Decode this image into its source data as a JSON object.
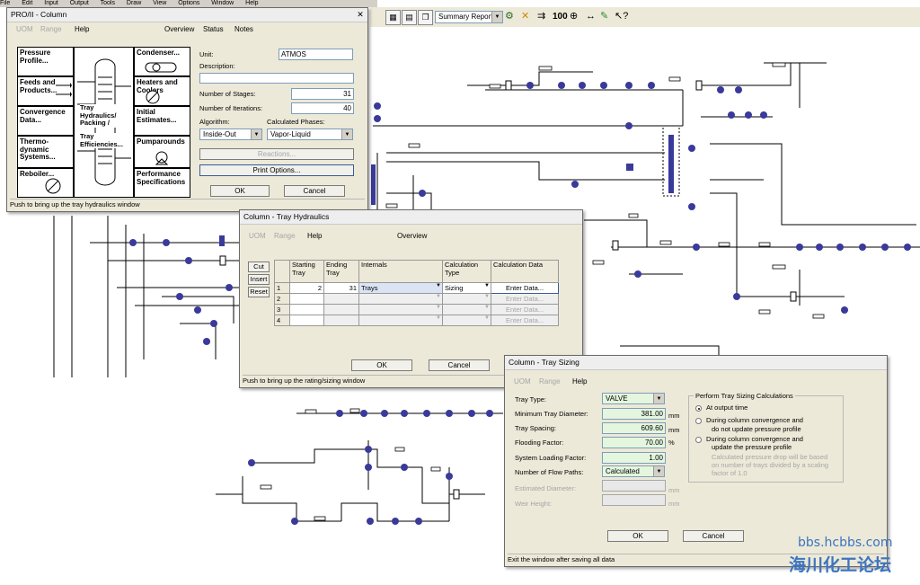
{
  "menubar": [
    "File",
    "Edit",
    "Input",
    "Output",
    "Tools",
    "Draw",
    "View",
    "Options",
    "Window",
    "Help"
  ],
  "toolbar": {
    "report_select": "Summary Report",
    "zoom_label": "100"
  },
  "column_window": {
    "title": "PRO/II - Column",
    "menu": {
      "uom": "UOM",
      "range": "Range",
      "help": "Help",
      "overview": "Overview",
      "status": "Status",
      "notes": "Notes"
    },
    "tiles": {
      "pressure": "Pressure Profile...",
      "feeds": "Feeds and Products...",
      "convergence": "Convergence Data...",
      "thermo": "Thermo-dynamic Systems...",
      "reboiler": "Reboiler...",
      "tray_hydraulics": "Tray Hydraulics/ Packing /",
      "tray_eff": "Tray Efficiencies...",
      "condenser": "Condenser...",
      "heaters": "Heaters and Coolers",
      "initial": "Initial Estimates...",
      "pumparounds": "Pumparounds",
      "performance": "Performance Specifications"
    },
    "unit_label": "Unit:",
    "unit_value": "ATMOS",
    "description_label": "Description:",
    "stages_label": "Number of Stages:",
    "stages_value": "31",
    "iterations_label": "Number of Iterations:",
    "iterations_value": "40",
    "algorithm_label": "Algorithm:",
    "algorithm_value": "Inside-Out",
    "phases_label": "Calculated Phases:",
    "phases_value": "Vapor-Liquid",
    "reactions_label": "Reactions...",
    "print_options_label": "Print Options...",
    "ok": "OK",
    "cancel": "Cancel",
    "status": "Push to bring up the tray hydraulics window"
  },
  "hydraulics_window": {
    "title": "Column - Tray Hydraulics",
    "menu": {
      "uom": "UOM",
      "range": "Range",
      "help": "Help",
      "overview": "Overview"
    },
    "cut": "Cut",
    "insert": "Insert",
    "reset": "Reset",
    "headers": {
      "start": "Starting Tray",
      "end": "Ending Tray",
      "internals": "Internals",
      "calc_type": "Calculation Type",
      "calc_data": "Calculation Data"
    },
    "rows": [
      {
        "n": "1",
        "start": "2",
        "end": "31",
        "internals": "Trays",
        "calc": "Sizing",
        "data": "Enter Data..."
      },
      {
        "n": "2",
        "start": "",
        "end": "",
        "internals": "",
        "calc": "",
        "data": "Enter Data..."
      },
      {
        "n": "3",
        "start": "",
        "end": "",
        "internals": "",
        "calc": "",
        "data": "Enter Data..."
      },
      {
        "n": "4",
        "start": "",
        "end": "",
        "internals": "",
        "calc": "",
        "data": "Enter Data..."
      }
    ],
    "ok": "OK",
    "cancel": "Cancel",
    "status": "Push to bring up the rating/sizing window"
  },
  "sizing_window": {
    "title": "Column - Tray Sizing",
    "menu": {
      "uom": "UOM",
      "range": "Range",
      "help": "Help"
    },
    "tray_type_label": "Tray Type:",
    "tray_type": "VALVE",
    "min_diam_label": "Minimum Tray Diameter:",
    "min_diam": "381.00",
    "min_diam_unit": "mm",
    "spacing_label": "Tray Spacing:",
    "spacing": "609.60",
    "spacing_unit": "mm",
    "flooding_label": "Flooding Factor:",
    "flooding": "70.00",
    "flooding_unit": "%",
    "loading_label": "System Loading Factor:",
    "loading": "1.00",
    "paths_label": "Number of Flow Paths:",
    "paths": "Calculated",
    "est_diam_label": "Estimated Diameter:",
    "est_diam_unit": "mm",
    "weir_label": "Weir Height:",
    "weir_unit": "mm",
    "group_title": "Perform Tray Sizing Calculations",
    "opt1": "At output time",
    "opt2a": "During column convergence and",
    "opt2b": "do not update pressure profile",
    "opt3a": "During column convergence and",
    "opt3b": "update the pressure profile",
    "note1": "Calculated pressure drop will be based",
    "note2": "on number of trays divided by a scaling",
    "note3": "factor of 1.0",
    "ok": "OK",
    "cancel": "Cancel",
    "status": "Exit the window after saving all data"
  },
  "watermark": {
    "url": "bbs.hcbbs.com",
    "cn": "海川化工论坛"
  },
  "colors": {
    "node": "#3a3a9a",
    "line": "#000000",
    "window_bg": "#ece9d8"
  }
}
